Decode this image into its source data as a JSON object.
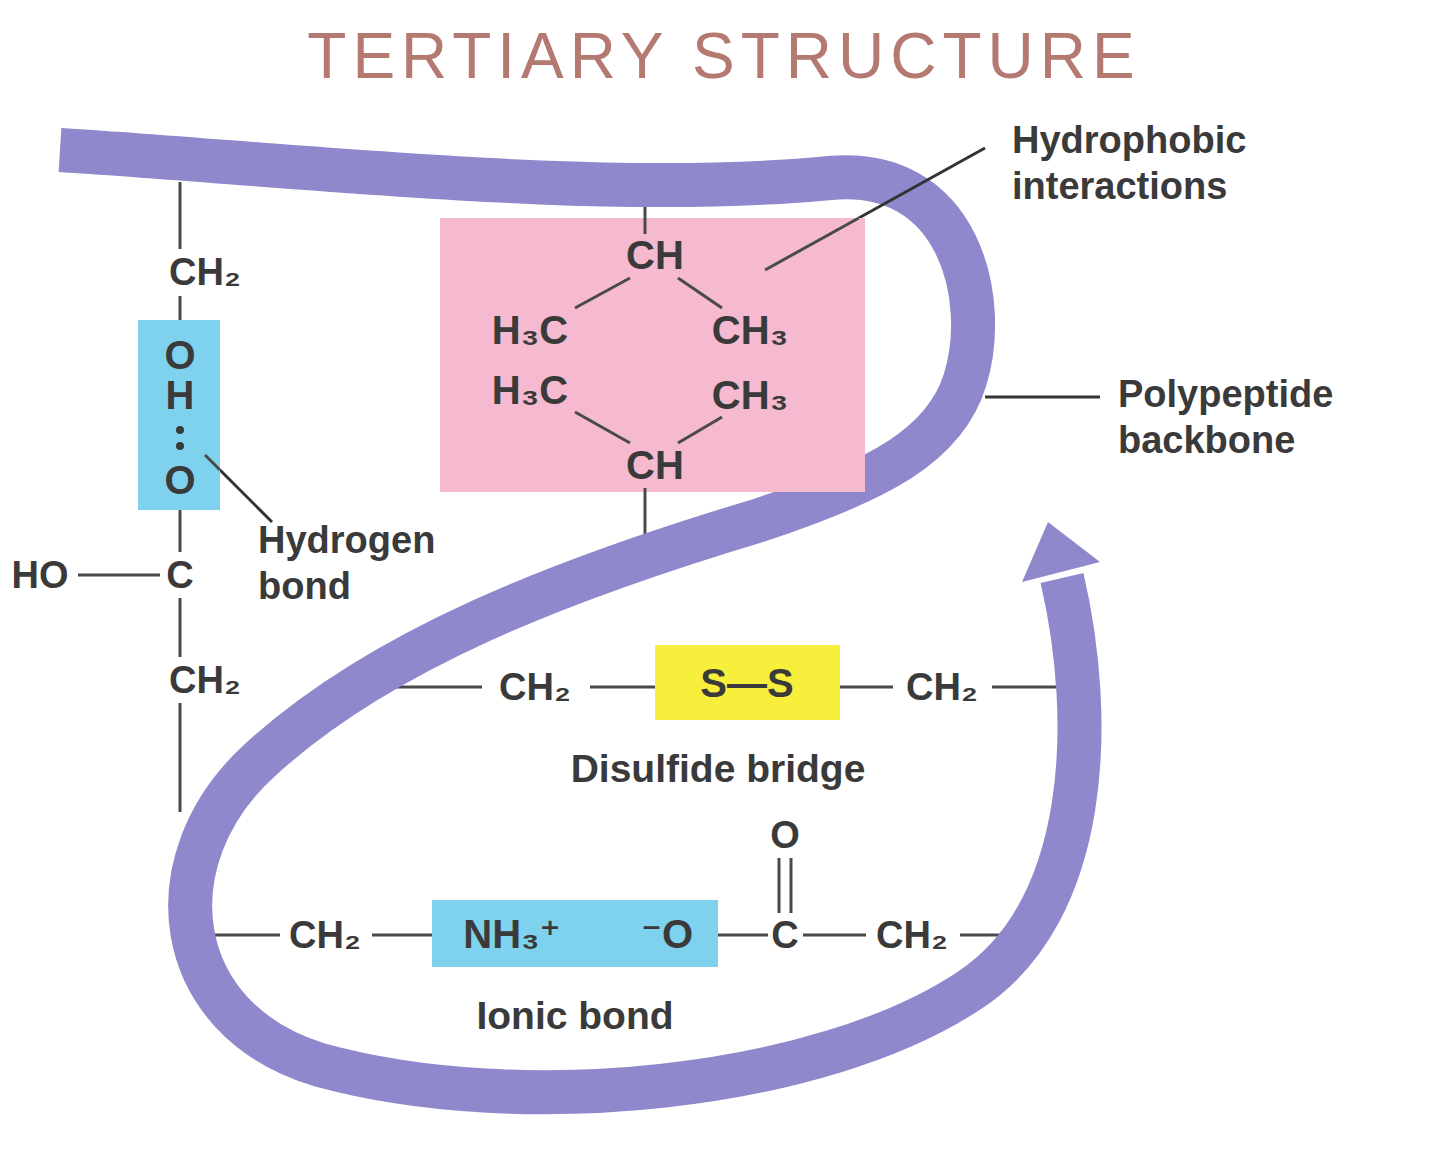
{
  "diagram": {
    "title": "TERTIARY STRUCTURE",
    "nodes": [
      {
        "text": [
          "CH",
          "H₃C",
          "CH₃",
          "H₃C",
          "CH₃",
          "CH"
        ]
      },
      {
        "text": [
          "O",
          "H",
          "O"
        ]
      },
      {
        "text": [
          "S—S"
        ]
      },
      {
        "text": [
          "NH₃⁺",
          "⁻O"
        ]
      }
    ],
    "labels": [
      "Hydrophobic interactions",
      "Polypeptide backbone",
      "Hydrogen bond",
      "Disulfide bridge",
      "Ionic bond",
      "CH₂",
      "HO",
      "C",
      "CH₂",
      "CH₂",
      "CH₂",
      "CH₂",
      "O",
      "C",
      "CH₂"
    ]
  }
}
